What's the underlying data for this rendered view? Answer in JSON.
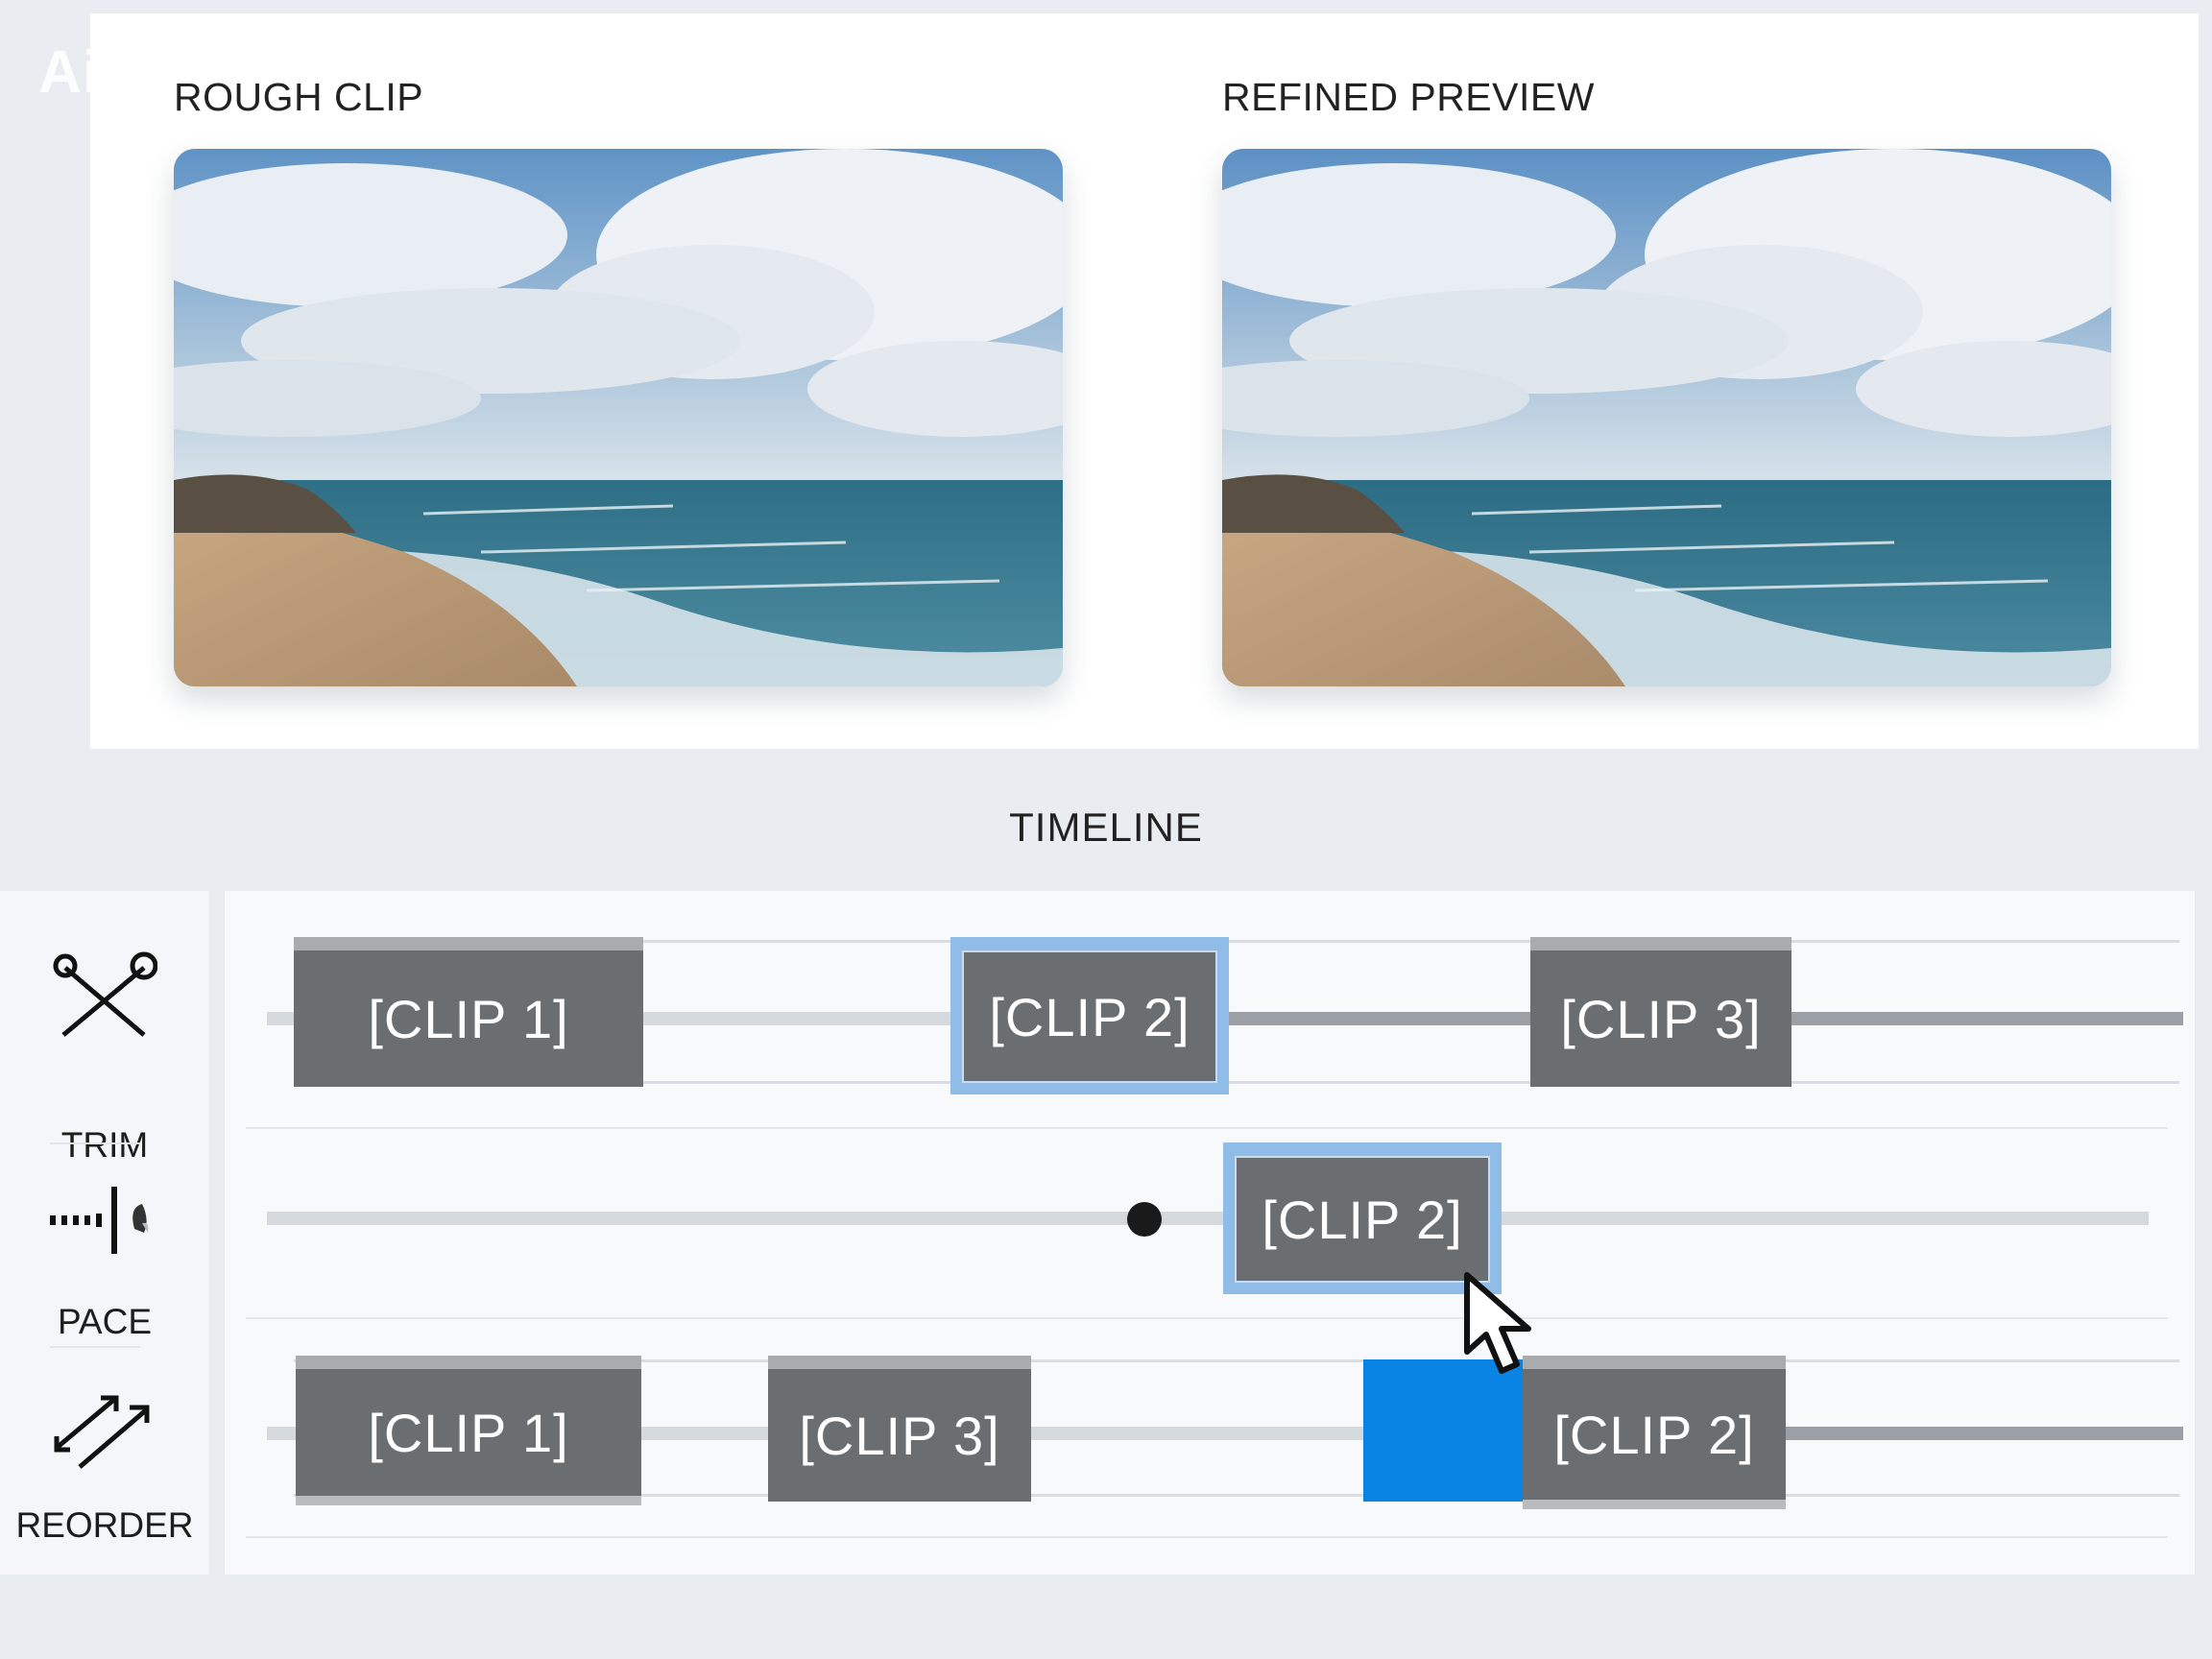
{
  "watermark": "Ai",
  "preview": {
    "rough_label": "ROUGH CLIP",
    "refined_label": "REFINED PREVIEW"
  },
  "timeline": {
    "title": "TIMELINE"
  },
  "tools": [
    {
      "label": "TRIM",
      "icon": "scissors-icon"
    },
    {
      "label": "PACE",
      "icon": "pace-icon"
    },
    {
      "label": "REORDER",
      "icon": "reorder-arrows-icon"
    }
  ],
  "tracks": {
    "row1": [
      "[CLIP 1]",
      "[CLIP 2]",
      "[CLIP 3]"
    ],
    "row2": [
      "[CLIP 2]"
    ],
    "row3": [
      "[CLIP 1]",
      "[CLIP 3]",
      "[CLIP 2]"
    ]
  },
  "colors": {
    "selected_border": "#8fbde8",
    "drop_target": "#0a84e4",
    "clip_fill": "#6b6e71"
  }
}
